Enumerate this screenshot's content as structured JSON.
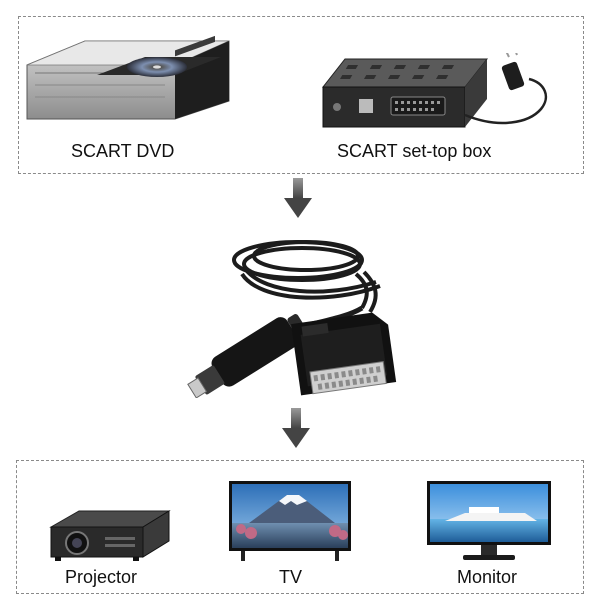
{
  "sources": {
    "dvd_label": "SCART DVD",
    "settop_label": "SCART set-top box"
  },
  "outputs": {
    "projector_label": "Projector",
    "tv_label": "TV",
    "monitor_label": "Monitor"
  },
  "icons": {
    "down_arrow": "down-arrow-icon"
  },
  "colors": {
    "border": "#8a8a8a",
    "arrow": "#555555",
    "screen_sky": "#4a9be0"
  }
}
